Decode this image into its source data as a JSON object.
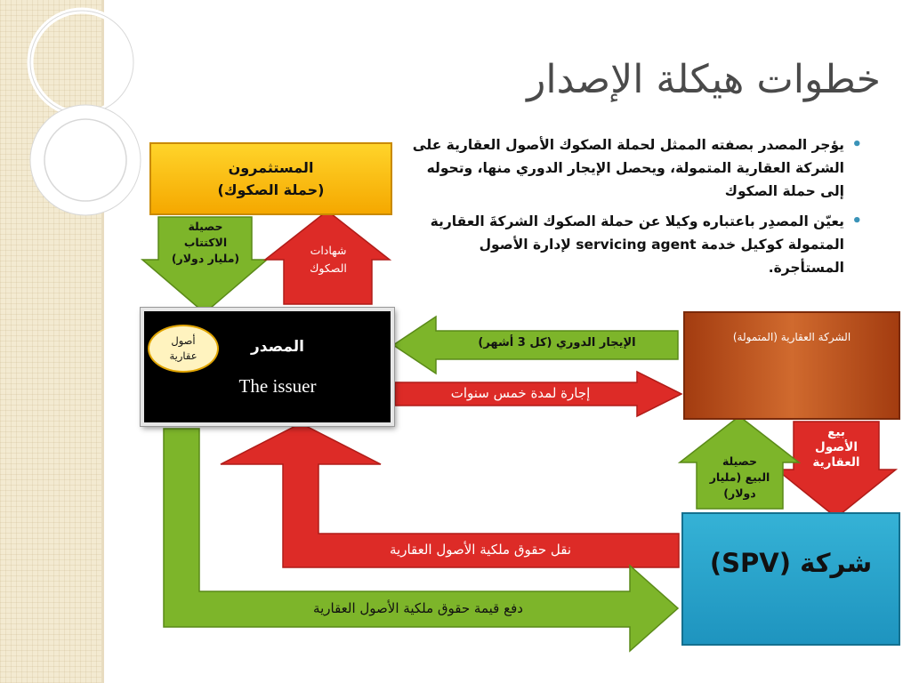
{
  "title": "خطوات هيكلة الإصدار",
  "bullets": [
    "يؤجر المصدر بصفته الممثل لحملة الصكوك الأصول العقارية على الشركة العقارية المتمولة، ويحصل الإيجار الدوري منها، وتحوله إلى حملة الصكوك",
    "يعيّن المصدِر باعتباره وكيلا عن حملة الصكوك الشركةَ العقارية المتمولة كوكيل خدمة servicing agent لإدارة الأصول المستأجرة."
  ],
  "investors": {
    "line1": "المستثمرون",
    "line2": "(حملة الصكوك)"
  },
  "issuer": {
    "arabic": "المصدر",
    "english": "The issuer",
    "oval_line1": "أصول",
    "oval_line2": "عقارية"
  },
  "company": {
    "label": "الشركة العقارية (المتمولة)"
  },
  "spv": {
    "label": "شركة (SPV)"
  },
  "arrows": {
    "subscription": [
      "حصيلة",
      "الاكتتاب",
      "(مليار دولار)"
    ],
    "certificates": [
      "شهادات",
      "الصكوك"
    ],
    "periodic_rent": "الإيجار الدوري (كل 3 أشهر)",
    "lease": "إجارة لمدة خمس سنوات",
    "sale_assets": [
      "بيع",
      "الأصول",
      "العقارية"
    ],
    "sale_proceeds": [
      "حصيلة",
      "البيع (مليار",
      "دولار)"
    ],
    "transfer_rights": "نقل حقوق ملكية الأصول العقارية",
    "pay_value": "دفع قيمة حقوق ملكية الأصول العقارية"
  },
  "colors": {
    "green": "#7db52a",
    "red": "#dd2b27",
    "yellow": "#f7b500",
    "brown": "#b84d1c",
    "blue": "#2aa5cf"
  }
}
